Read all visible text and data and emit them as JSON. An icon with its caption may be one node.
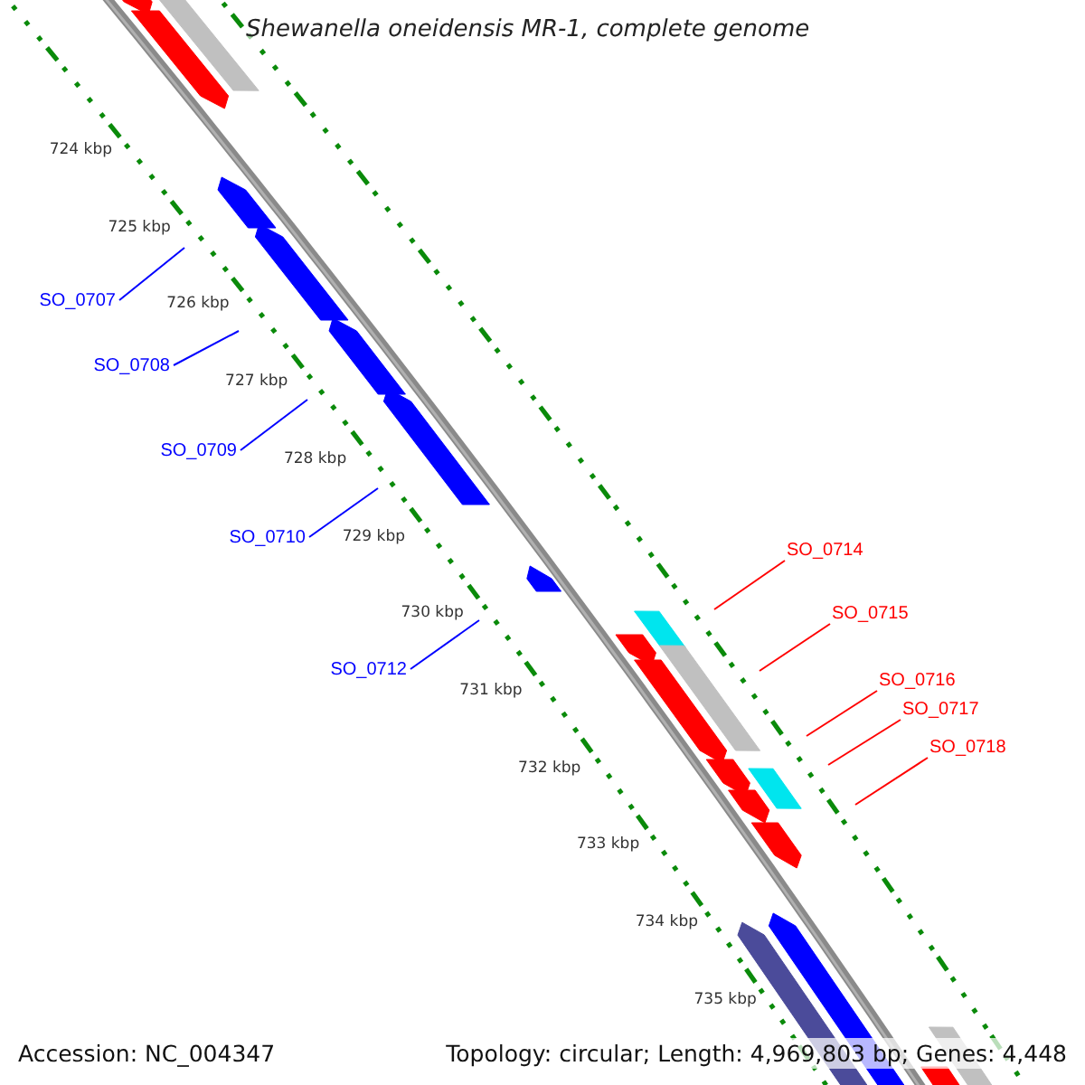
{
  "diagram": {
    "title": "Shewanella oneidensis MR-1, complete genome",
    "nodes": [
      {
        "text": [
          "SO_0707"
        ]
      },
      {
        "text": [
          "SO_0708"
        ]
      },
      {
        "text": [
          "SO_0709"
        ]
      },
      {
        "text": [
          "SO_0710"
        ]
      },
      {
        "text": [
          "SO_0712"
        ]
      },
      {
        "text": [
          "SO_0714"
        ]
      },
      {
        "text": [
          "SO_0715"
        ]
      },
      {
        "text": [
          "SO_0716"
        ]
      },
      {
        "text": [
          "SO_0717"
        ]
      },
      {
        "text": [
          "SO_0718"
        ]
      }
    ],
    "edges": [
      {
        "from": 0,
        "to": null,
        "arrow": "none",
        "color": "#0000ff"
      },
      {
        "from": 1,
        "to": null,
        "arrow": "none",
        "color": "#0000ff"
      },
      {
        "from": 2,
        "to": null,
        "arrow": "none",
        "color": "#0000ff"
      },
      {
        "from": 3,
        "to": null,
        "arrow": "none",
        "color": "#0000ff"
      },
      {
        "from": 4,
        "to": null,
        "arrow": "none",
        "color": "#0000ff"
      },
      {
        "from": 5,
        "to": null,
        "arrow": "none",
        "color": "#ff0000"
      },
      {
        "from": 6,
        "to": null,
        "arrow": "none",
        "color": "#ff0000"
      },
      {
        "from": 7,
        "to": null,
        "arrow": "none",
        "color": "#ff0000"
      },
      {
        "from": 8,
        "to": null,
        "arrow": "none",
        "color": "#ff0000"
      },
      {
        "from": 9,
        "to": null,
        "arrow": "none",
        "color": "#ff0000"
      }
    ],
    "labels": [
      "724 kbp",
      "725 kbp",
      "726 kbp",
      "727 kbp",
      "728 kbp",
      "729 kbp",
      "730 kbp",
      "731 kbp",
      "732 kbp",
      "733 kbp",
      "734 kbp",
      "735 kbp",
      "Accession: NC_004347",
      "Topology: circular; Length: 4,969,803 bp; Genes: 4,448"
    ]
  }
}
